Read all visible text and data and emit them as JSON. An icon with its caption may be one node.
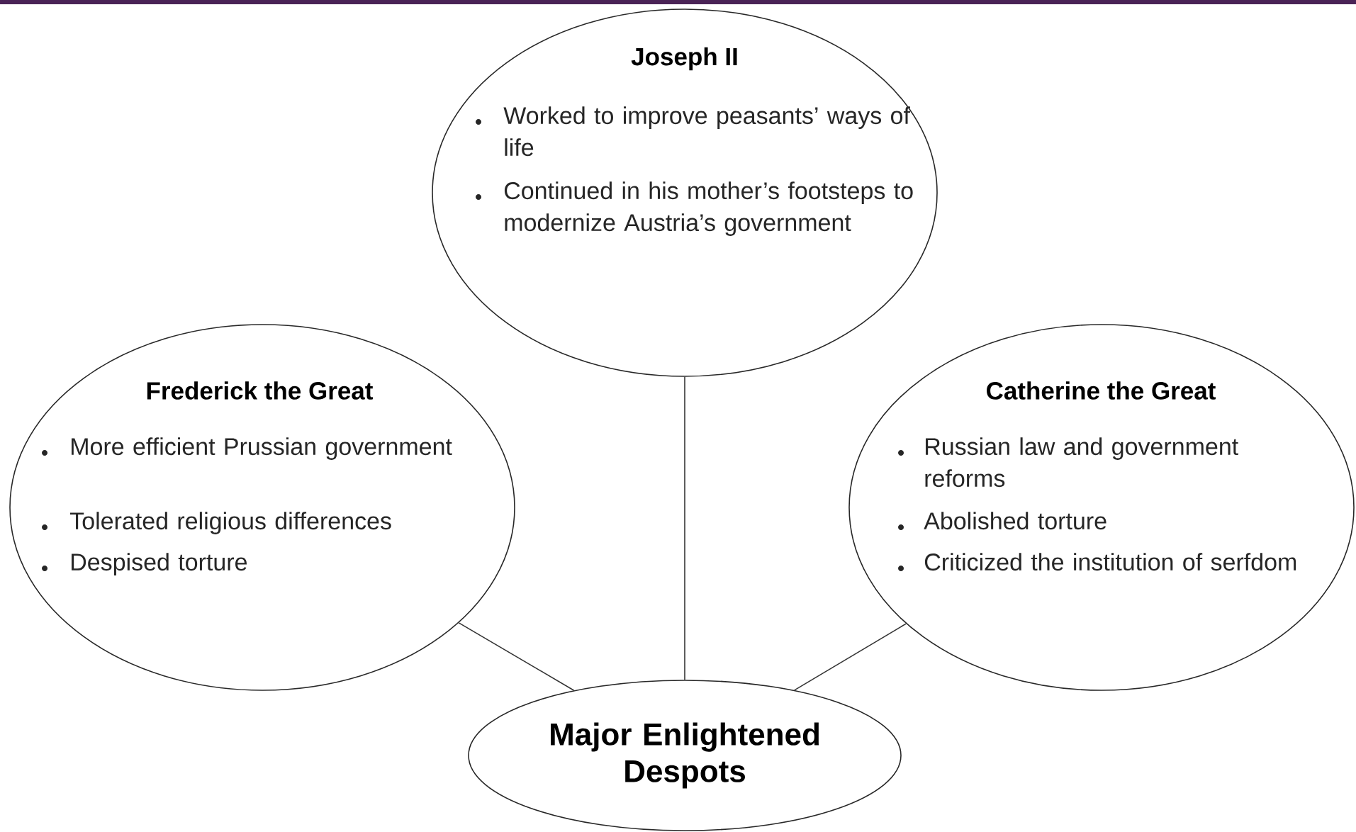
{
  "diagram": {
    "nodes": [
      {
        "text": [
          "Joseph II",
          "Worked to improve peasants’ ways of life",
          "Continued in his mother’s footsteps to modernize Austria’s government"
        ]
      },
      {
        "text": [
          "Frederick the Great",
          "More efficient Prussian government",
          "Tolerated religious differences",
          "Despised torture"
        ]
      },
      {
        "text": [
          "Catherine the Great",
          "Russian law and government reforms",
          "Abolished torture",
          "Criticized the institution of serfdom"
        ]
      },
      {
        "text": [
          "Major Enlightened Despots"
        ]
      }
    ],
    "edges": [
      {
        "from": 0,
        "to": 3,
        "arrow": "none"
      },
      {
        "from": 1,
        "to": 3,
        "arrow": "none"
      },
      {
        "from": 2,
        "to": 3,
        "arrow": "none"
      }
    ]
  }
}
